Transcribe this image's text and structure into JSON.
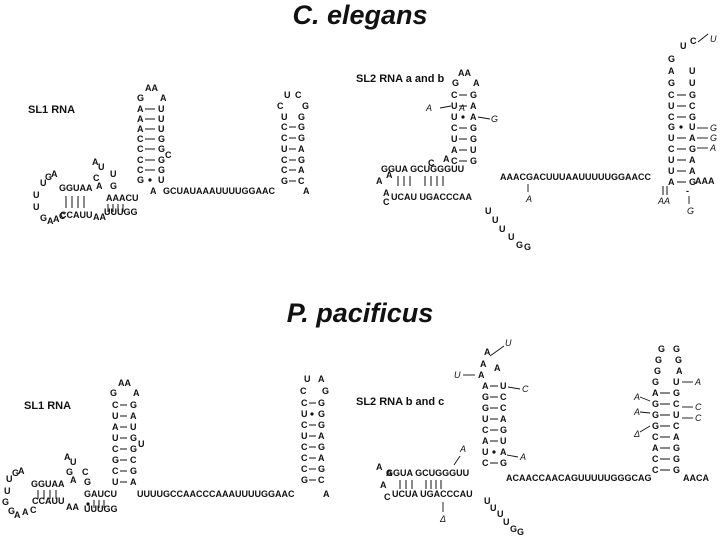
{
  "species": {
    "top": "C. elegans",
    "bottom": "P. pacificus"
  },
  "panels": {
    "ce_sl1": "SL1 RNA",
    "ce_sl2": "SL2 RNA a and b",
    "pp_sl1": "SL1 RNA",
    "pp_sl2": "SL2 RNA b and c"
  },
  "sequences": {
    "ce_sl1_linear": "GCUAUAAAUUUUGGAAC",
    "ce_sl2_linear": "AAACGACUUUAAUUUUUGGAACC",
    "pp_sl1_linear": "UUUUGCCAACCCAAAUUUUGGAAC",
    "pp_sl2_linear": "ACAACCAACAGUUUUUGGGCAG",
    "ce_sl1_loop_upper": "GGUAA",
    "ce_sl1_loop_lower": "CCAUU",
    "ce_sl2_loop_upper": "GGUA GCUGGGUU",
    "ce_sl2_loop_lower": "UCAU UGACCCAA",
    "pp_sl1_loop_upper": "GGUAA",
    "pp_sl1_loop_lower": "CCAUU",
    "pp_sl2_loop_upper": "GGUA GCUGGGUU",
    "pp_sl2_loop_lower": "UCUA UGACCCAU"
  }
}
